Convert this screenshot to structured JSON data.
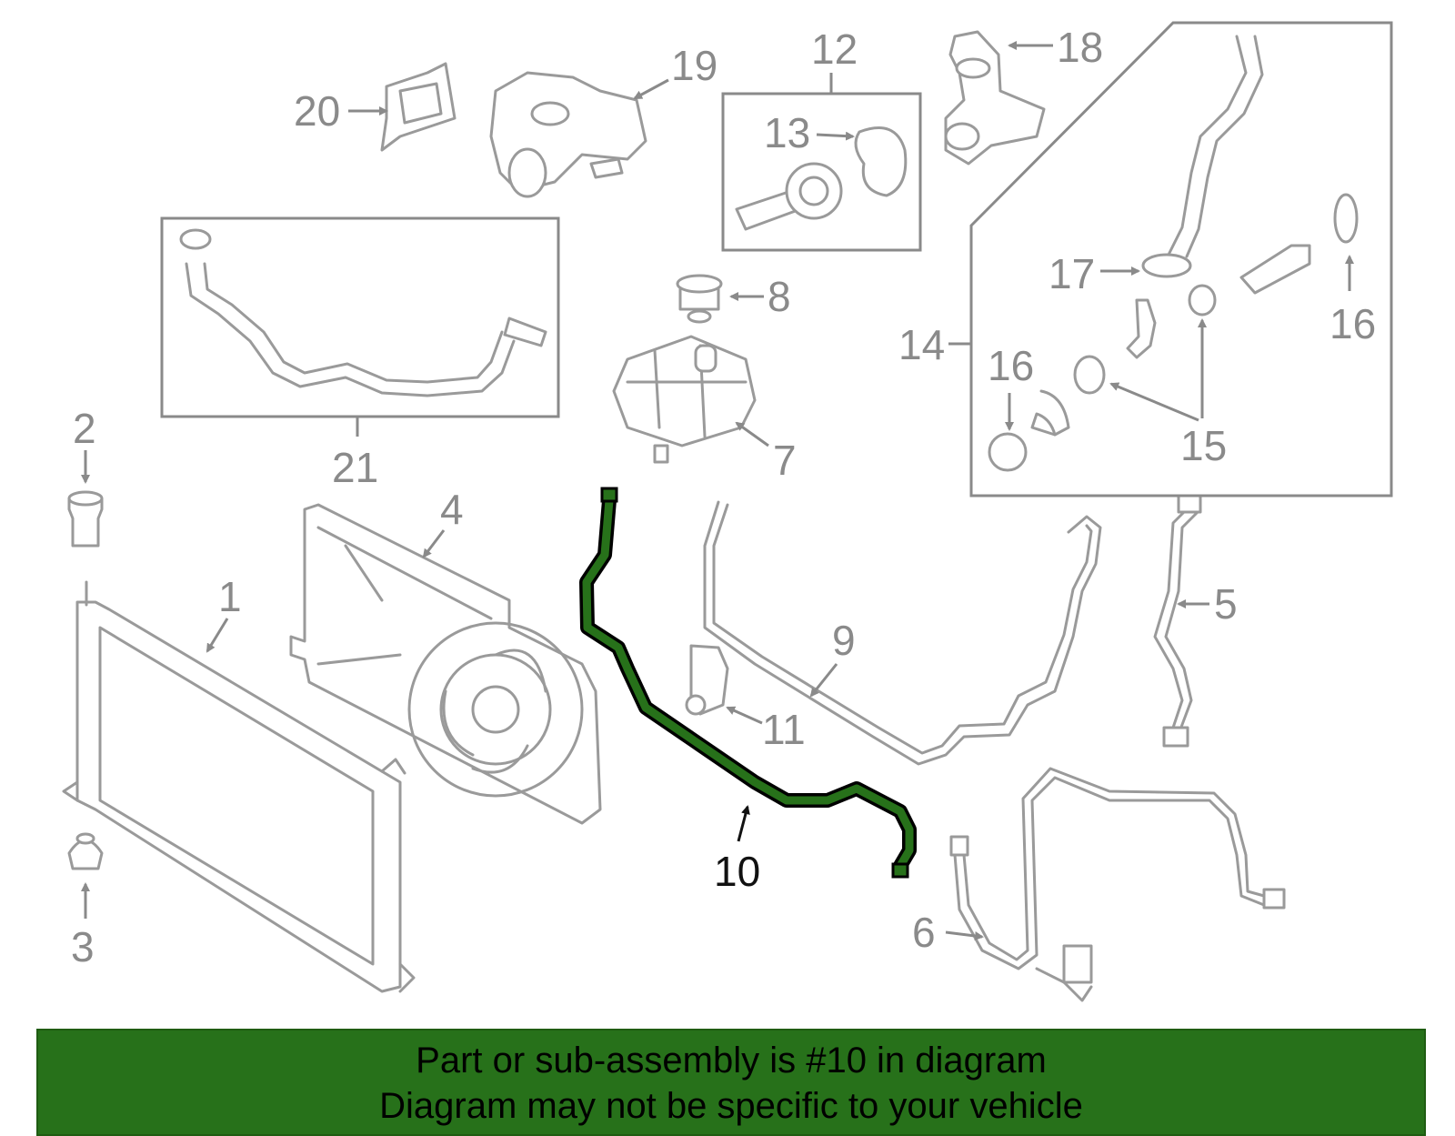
{
  "callouts": {
    "c1": "1",
    "c2": "2",
    "c3": "3",
    "c4": "4",
    "c5": "5",
    "c6": "6",
    "c7": "7",
    "c8": "8",
    "c9": "9",
    "c10": "10",
    "c11": "11",
    "c12": "12",
    "c13": "13",
    "c14": "14",
    "c15": "15",
    "c16a": "16",
    "c16b": "16",
    "c17": "17",
    "c18": "18",
    "c19": "19",
    "c20": "20",
    "c21": "21"
  },
  "highlight": {
    "part_number": "10",
    "color": "#27711a"
  },
  "banner": {
    "line1": "Part or sub-assembly is #10 in diagram",
    "line2": "Diagram may not be specific to your vehicle",
    "background": "#27711a"
  },
  "colors": {
    "line_art": "#9a9a9a",
    "highlight_outline": "#000000"
  }
}
